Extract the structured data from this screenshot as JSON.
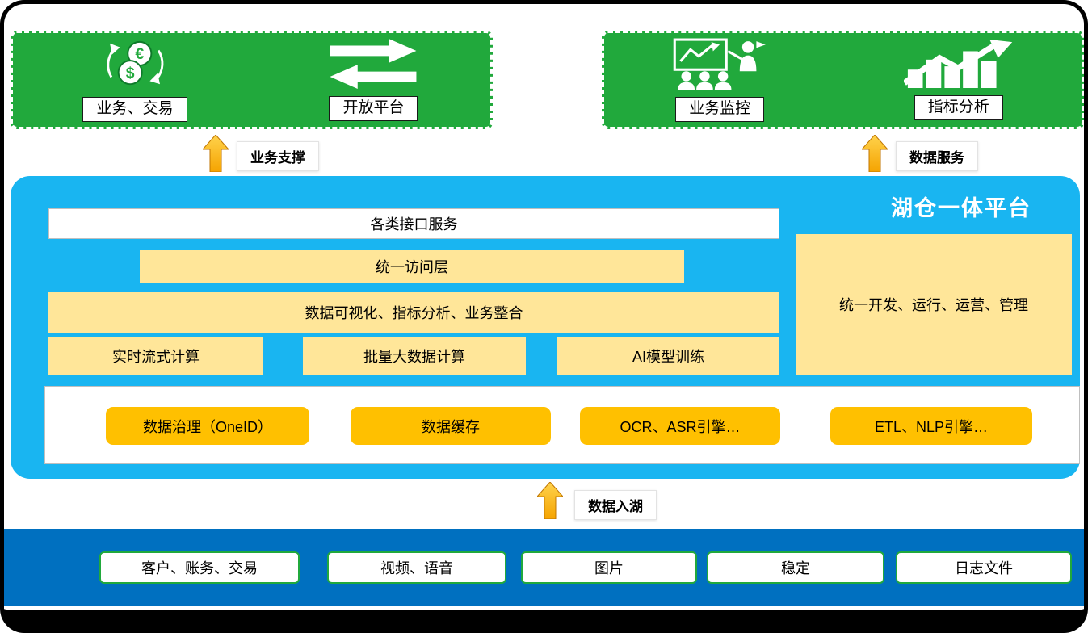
{
  "colors": {
    "green": "#21A93C",
    "cyan": "#19B5F1",
    "dark_blue": "#0070C0",
    "pale_yellow": "#FFE699",
    "gold": "#FFC000",
    "arrow_gold": "#F5A300",
    "frame_black": "#000000"
  },
  "top_left_group": {
    "items": [
      {
        "label": "业务、交易",
        "icon": "currency-exchange-coins-icon"
      },
      {
        "label": "开放平台",
        "icon": "bidirectional-arrows-icon"
      }
    ]
  },
  "top_right_group": {
    "items": [
      {
        "label": "业务监控",
        "icon": "presentation-monitoring-icon"
      },
      {
        "label": "指标分析",
        "icon": "growth-chart-icon"
      }
    ]
  },
  "flow_arrows": {
    "business_support": "业务支撑",
    "data_service": "数据服务",
    "data_ingest": "数据入湖"
  },
  "platform": {
    "title": "湖仓一体平台",
    "interface_service": "各类接口服务",
    "unified_access": "统一访问层",
    "visualization": "数据可视化、指标分析、业务整合",
    "compute": [
      "实时流式计算",
      "批量大数据计算",
      "AI模型训练"
    ],
    "management": "统一开发、运行、运营、管理",
    "engines": [
      "数据治理（OneID）",
      "数据缓存",
      "OCR、ASR引擎…",
      "ETL、NLP引擎…"
    ]
  },
  "data_sources": [
    "客户、账务、交易",
    "视频、语音",
    "图片",
    "稳定",
    "日志文件"
  ]
}
